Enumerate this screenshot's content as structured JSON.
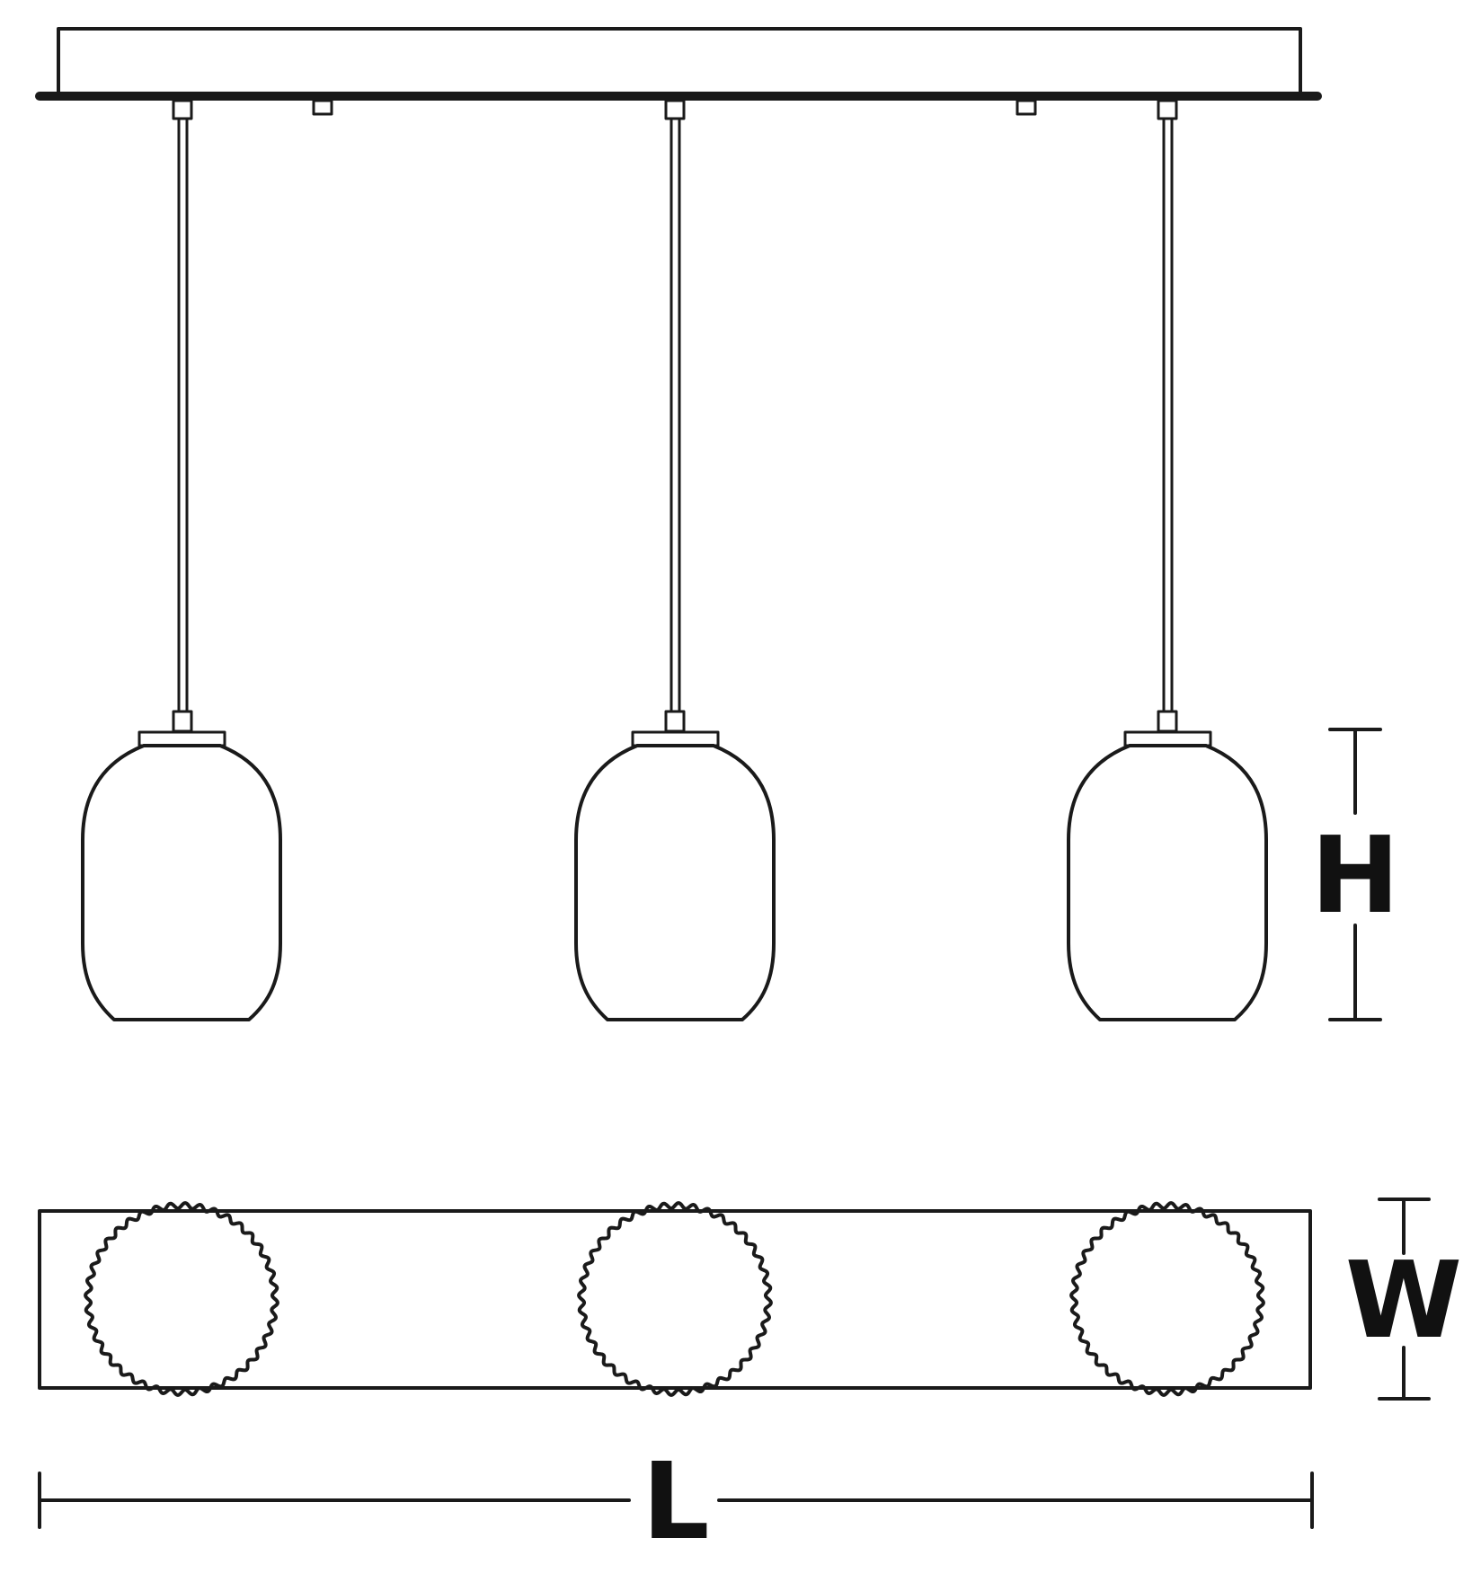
{
  "diagram": {
    "colors": {
      "line": "#1a1a1a",
      "background": "#ffffff"
    },
    "dimensions": {
      "height_label": "H",
      "width_label": "W",
      "length_label": "L"
    },
    "components": {
      "canopy": "canopy",
      "rod_count": 3,
      "shade_count": 3
    }
  }
}
